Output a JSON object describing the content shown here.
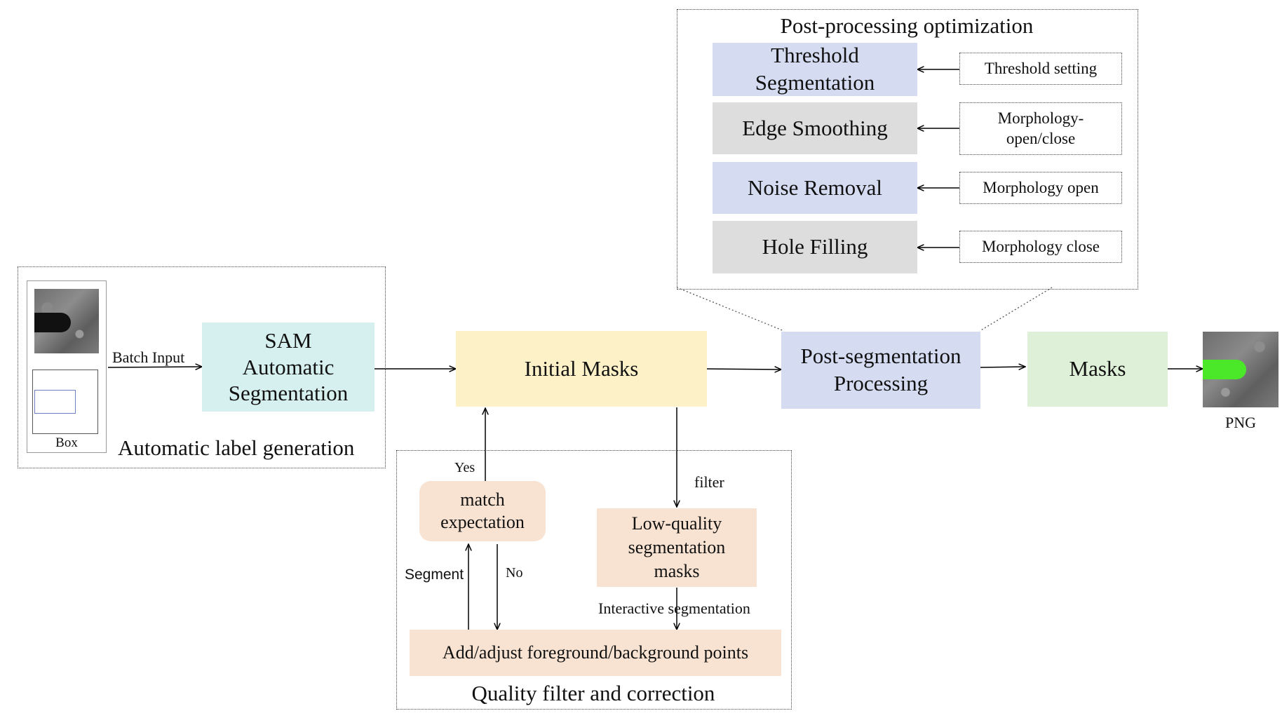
{
  "groups": {
    "post_processing": "Post-processing optimization",
    "automatic": "Automatic label generation",
    "quality": "Quality filter and correction"
  },
  "post_steps": [
    {
      "label": "Threshold\nSegmentation",
      "param": "Threshold setting",
      "color": "#d5dcf2"
    },
    {
      "label": "Edge Smoothing",
      "param": "Morphology-\nopen/close",
      "color": "#dddddd"
    },
    {
      "label": "Noise Removal",
      "param": "Morphology open",
      "color": "#d5dcf2"
    },
    {
      "label": "Hole Filling",
      "param": "Morphology close",
      "color": "#dddddd"
    }
  ],
  "nodes": {
    "sam": "SAM\nAutomatic\nSegmentation",
    "initial_masks": "Initial Masks",
    "post_seg": "Post-segmentation\nProcessing",
    "masks": "Masks",
    "match": "match\nexpectation",
    "low_quality": "Low-quality\nsegmentation\nmasks",
    "adjust_points": "Add/adjust foreground/background points"
  },
  "edge_labels": {
    "batch_input": "Batch Input",
    "yes": "Yes",
    "no": "No",
    "segment": "Segment",
    "filter": "filter",
    "interactive": "Interactive segmentation"
  },
  "input_panel": {
    "box_caption": "Box"
  },
  "output": {
    "caption": "PNG"
  },
  "colors": {
    "sam": "#d6f0ef",
    "initial_masks": "#fdf1c8",
    "post_seg": "#d5dcf2",
    "masks": "#dff0d8",
    "orange": "#f8e3d2",
    "mask_green": "#4be82a"
  }
}
